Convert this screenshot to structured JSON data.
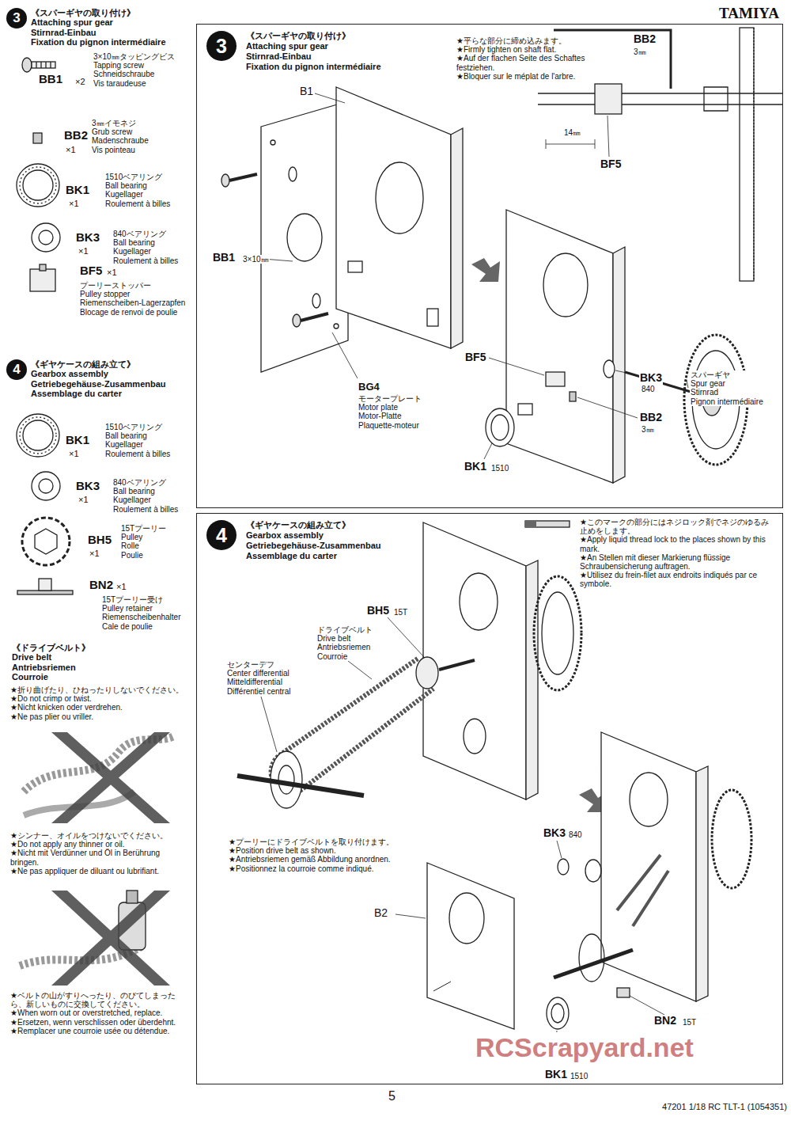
{
  "diagram": {
    "nodes": [
      {
        "text": [
          "3"
        ]
      },
      {
        "text": [
          "《スパーギヤの取り付け》",
          "Attaching spur gear",
          "Stirnrad-Einbau",
          "Fixation du pignon intermédiaire"
        ]
      },
      {
        "text": [
          "3"
        ],
        "in": 1
      },
      {
        "text": [
          "4"
        ]
      },
      {
        "text": [
          "《ギヤケースの組み立て》",
          "Gearbox assembly",
          "Getriebegehäuse-Zusammenbau",
          "Assemblage du carter"
        ]
      },
      {
        "text": [
          "4"
        ],
        "in": 4
      }
    ],
    "labels": [
      "TAMIYA",
      "《スパーギヤの取り付け》",
      "Attaching spur gear",
      "Stirnrad-Einbau",
      "Fixation du pignon intermédiaire",
      "3×10㎜タッピングビス",
      "Tapping screw",
      "Schneidschraube",
      "Vis taraudeuse",
      "BB1",
      "×2",
      "3㎜イモネジ",
      "Grub screw",
      "Madenschraube",
      "Vis pointeau",
      "BB2",
      "×1",
      "1510ベアリング",
      "Ball bearing",
      "Kugellager",
      "Roulement à billes",
      "BK1",
      "×1",
      "840ベアリング",
      "Ball bearing",
      "Kugellager",
      "Roulement à billes",
      "BK3",
      "×1",
      "BF5",
      "×1",
      "プーリーストッパー",
      "Pulley stopper",
      "Riemenscheiben-Lagerzapfen",
      "Blocage de renvoi de poulie",
      "《ギヤケースの組み立て》",
      "Gearbox assembly",
      "Getriebegehäuse-Zusammenbau",
      "Assemblage du carter",
      "1510ベアリング",
      "Ball bearing",
      "Kugellager",
      "Roulement à billes",
      "BK1",
      "×1",
      "840ベアリング",
      "Ball bearing",
      "Kugellager",
      "Roulement à billes",
      "BK3",
      "×1",
      "15Tプーリー",
      "Pulley",
      "Rolle",
      "Poulie",
      "BH5",
      "×1",
      "BN2",
      "×1",
      "15Tプーリー受け",
      "Pulley retainer",
      "Riemenscheibenhalter",
      "Cale de poulie",
      "《ドライブベルト》",
      "Drive belt",
      "Antriebsriemen",
      "Courroie",
      "★折り曲げたり、ひねったりしないでください。",
      "★Do not crimp or twist.",
      "★Nicht knicken oder verdrehen.",
      "★Ne pas plier ou vriller.",
      "★シンナー、オイルをつけないでください。",
      "★Do not apply any thinner or oil.",
      "★Nicht mit Verdünner und Öl in Berührung bringen.",
      "★Ne pas appliquer de diluant ou lubrifiant.",
      "★ベルトの山がすりへったり、のびてしまったら、新しいものに交換してください。",
      "★When worn out or overstretched, replace.",
      "★Ersetzen, wenn verschlissen oder überdehnt.",
      "★Remplacer une courroie usée ou détendue.",
      "B1",
      "BB1",
      "3×10㎜",
      "BG4",
      "モータープレート",
      "Motor plate",
      "Motor-Platte",
      "Plaquette-moteur",
      "★平らな部分に締め込みます。",
      "★Firmly tighten on shaft flat.",
      "★Auf der flachen Seite des Schaftes festziehen.",
      "★Bloquer sur le méplat de l'arbre.",
      "BB2",
      "3㎜",
      "14㎜",
      "BF5",
      "BF5",
      "BK3",
      "840",
      "スパーギヤ",
      "Spur gear",
      "Stirnrad",
      "Pignon intermédiaire",
      "BB2",
      "3㎜",
      "BK1",
      "1510",
      "★このマークの部分にはネジロック剤でネジのゆるみ止めをします。",
      "★Apply liquid thread lock to the places shown by this mark.",
      "★An Stellen mit dieser Markierung flüssige Schraubensicherung auftragen.",
      "★Utilisez du frein-filet aux endroits indiqués par ce symbole.",
      "BH5",
      "15T",
      "ドライブベルト",
      "Drive belt",
      "Antriebsriemen",
      "Courroie",
      "センターデフ",
      "Center differential",
      "Mitteldifferential",
      "Différentiel central",
      "★プーリーにドライブベルトを取り付けます。",
      "★Position drive belt as shown.",
      "★Antriebsriemen gemäß Abbildung anordnen.",
      "★Positionnez la courroie comme indiqué.",
      "BK3",
      "840",
      "B2",
      "BN2",
      "15T",
      "BK1",
      "1510",
      "RCScrapyard.net",
      "5",
      "47201 1/18 RC TLT-1 (1054351)"
    ]
  }
}
